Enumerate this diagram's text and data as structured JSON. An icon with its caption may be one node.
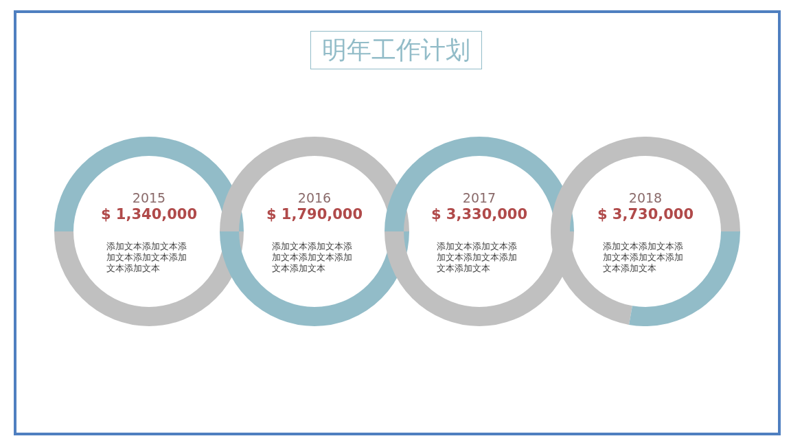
{
  "diagram": {
    "title": "明年工作计划",
    "nodes": [
      {
        "text": [
          "2015",
          "$ 1,340,000",
          "添加文本添加文本添加文本添加文本添加文本添加文本"
        ]
      },
      {
        "text": [
          "2016",
          "$ 1,790,000",
          "添加文本添加文本添加文本添加文本添加文本添加文本"
        ]
      },
      {
        "text": [
          "2017",
          "$ 3,330,000",
          "添加文本添加文本添加文本添加文本添加文本添加文本"
        ]
      },
      {
        "text": [
          "2018",
          "$ 3,730,000",
          "添加文本添加文本添加文本添加文本添加文本添加文本"
        ]
      }
    ]
  }
}
